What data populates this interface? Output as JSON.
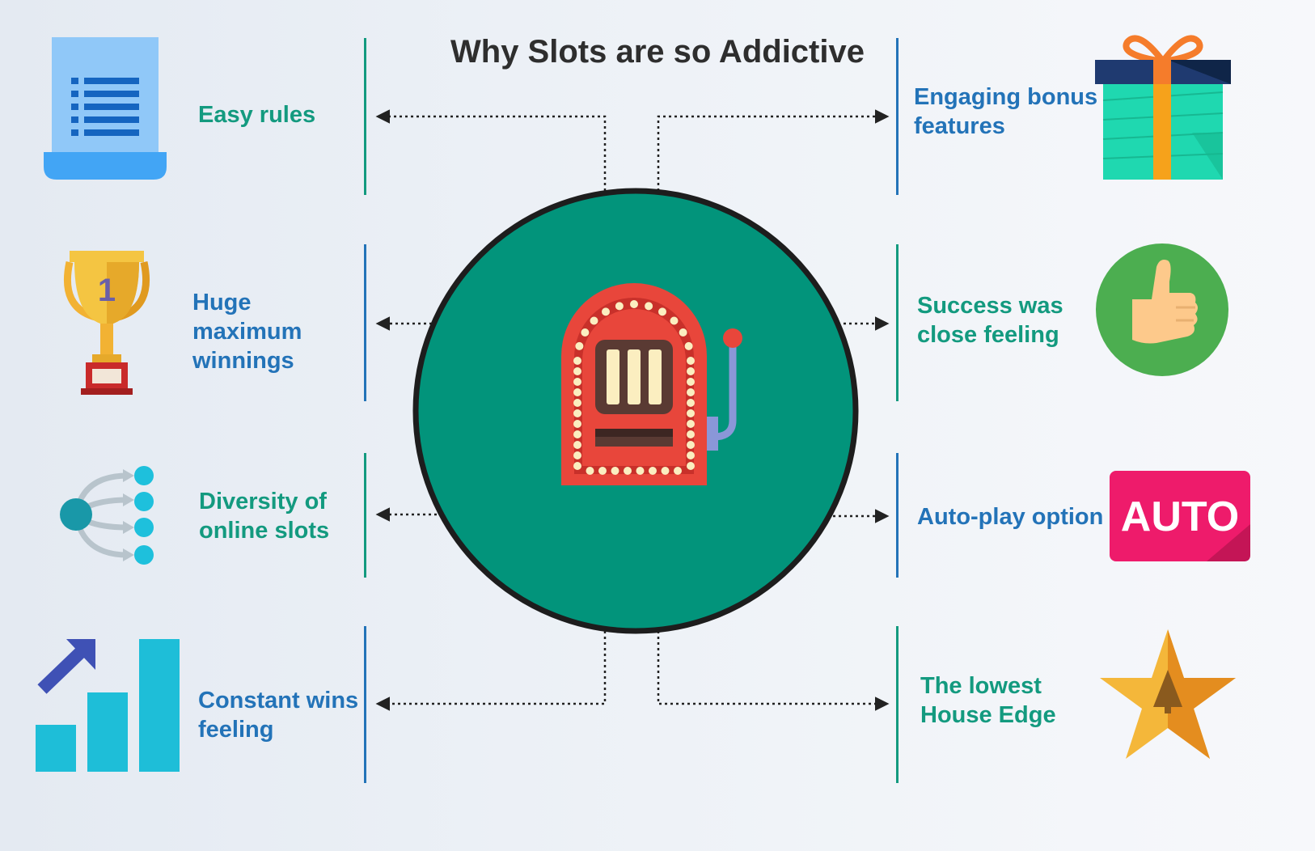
{
  "title": "Why Slots are so Addictive",
  "left_items": [
    {
      "label": "Easy rules",
      "icon": "document-list-icon",
      "color": "#139a7f"
    },
    {
      "label": "Huge\nmaximum\nwinnings",
      "icon": "trophy-icon",
      "color": "#2373b8"
    },
    {
      "label": "Diversity of\nonline slots",
      "icon": "branching-nodes-icon",
      "color": "#139a7f"
    },
    {
      "label": "Constant wins\nfeeling",
      "icon": "growth-chart-icon",
      "color": "#2373b8"
    }
  ],
  "right_items": [
    {
      "label": "Engaging bonus\nfeatures",
      "icon": "gift-box-icon",
      "color": "#2373b8"
    },
    {
      "label": "Success was\nclose feeling",
      "icon": "thumbs-up-icon",
      "color": "#139a7f"
    },
    {
      "label": "Auto-play option",
      "icon": "auto-badge-icon",
      "color": "#2373b8"
    },
    {
      "label": "The lowest\nHouse Edge",
      "icon": "star-icon",
      "color": "#139a7f"
    }
  ],
  "trophy_number": "1",
  "auto_badge_text": "AUTO",
  "center_icon": "slot-machine-icon",
  "colors": {
    "center_circle": "#02947b",
    "green_text": "#139a7f",
    "blue_text": "#2373b8",
    "slot_red": "#e8463b"
  }
}
